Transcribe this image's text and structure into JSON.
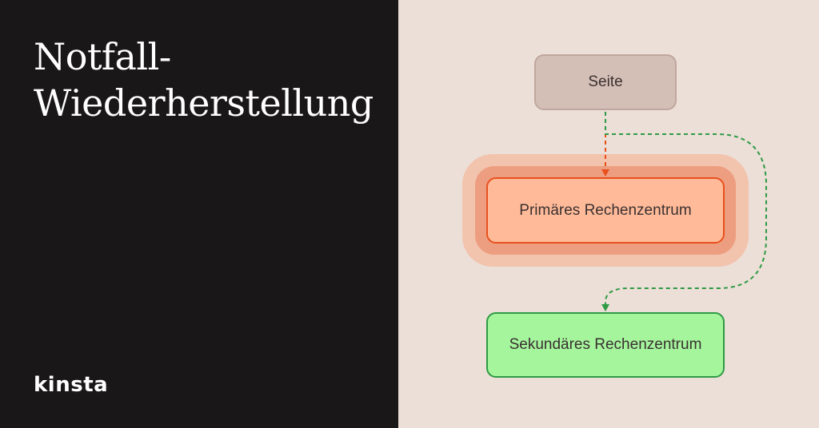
{
  "title": {
    "line1": "Notfall-",
    "line2": "Wiederherstellung"
  },
  "logo": "kinsta",
  "diagram": {
    "nodes": {
      "site": "Seite",
      "primary": "Primäres Rechenzentrum",
      "secondary": "Sekundäres Rechenzentrum"
    }
  },
  "colors": {
    "left_background": "#1a1718",
    "right_background": "#ecdfd7",
    "site_fill": "#d4bfb6",
    "primary_fill": "#ffbb99",
    "primary_border": "#e8501e",
    "glow": "#f2c3ad",
    "secondary_fill": "#a5f59d",
    "secondary_border": "#2e9a44",
    "arrow_primary": "#e8501e",
    "arrow_failover": "#2e9a44"
  }
}
